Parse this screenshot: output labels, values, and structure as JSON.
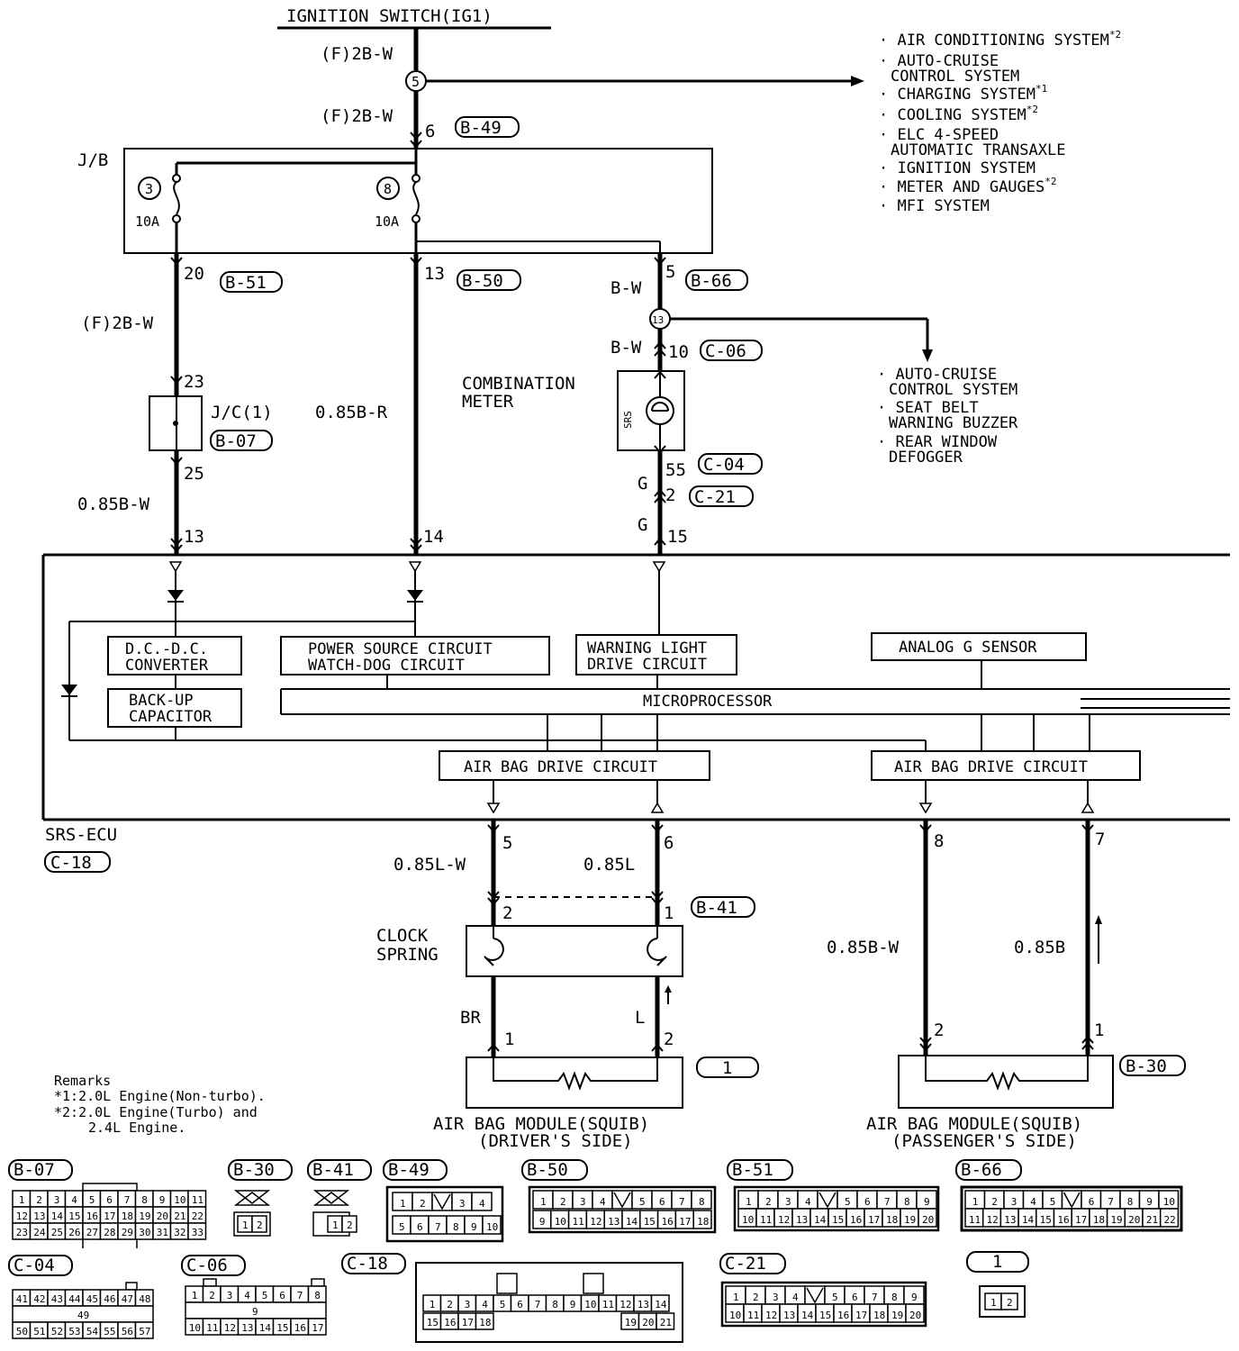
{
  "title": "IGNITION SWITCH(IG1)",
  "wires": {
    "top1": "(F)2B-W",
    "top2": "(F)2B-W",
    "left_upper": "(F)2B-W",
    "left_lower": "0.85B-W",
    "mid": "0.85B-R",
    "meter_in1": "B-W",
    "meter_in2": "B-W",
    "meter_out1": "G",
    "meter_out2": "G",
    "drv1": "0.85L-W",
    "drv2": "0.85L",
    "drv3": "BR",
    "drv4": "L",
    "pas1": "0.85B-W",
    "pas2": "0.85B"
  },
  "pins": {
    "p6": "6",
    "p20": "20",
    "p13a": "13",
    "p5a": "5",
    "p10": "10",
    "p23": "23",
    "p25": "25",
    "p55": "55",
    "p2a": "2",
    "p13b": "13",
    "p14": "14",
    "p15": "15",
    "p5b": "5",
    "p6b": "6",
    "p8": "8",
    "p7": "7",
    "p2b": "2",
    "p1a": "1",
    "p1b": "1",
    "p2c": "2",
    "p2d": "2",
    "p1c": "1"
  },
  "connectors": {
    "b49": "B-49",
    "b51": "B-51",
    "b50": "B-50",
    "b66": "B-66",
    "c06": "C-06",
    "c04": "C-04",
    "c21": "C-21",
    "b07": "B-07",
    "c18": "C-18",
    "b41": "B-41",
    "c1": "1",
    "b30": "B-30"
  },
  "junction": {
    "jb": "J/B",
    "fuse1_no": "3",
    "fuse1_rating": "10A",
    "fuse2_no": "8",
    "fuse2_rating": "10A",
    "splice1": "5",
    "splice2": "13",
    "jc": "J/C(1)"
  },
  "systems_top": [
    {
      "line1": "AIR CONDITIONING SYSTEM",
      "note": "*2"
    },
    {
      "line1": "AUTO-CRUISE",
      "line2": "CONTROL SYSTEM"
    },
    {
      "line1": "CHARGING SYSTEM",
      "note": "*1"
    },
    {
      "line1": "COOLING SYSTEM",
      "note": "*2"
    },
    {
      "line1": "ELC 4-SPEED",
      "line2": "AUTOMATIC TRANSAXLE"
    },
    {
      "line1": "IGNITION SYSTEM"
    },
    {
      "line1": "METER AND GAUGES",
      "note": "*2"
    },
    {
      "line1": "MFI SYSTEM"
    }
  ],
  "systems_mid": [
    {
      "line1": "AUTO-CRUISE",
      "line2": "CONTROL SYSTEM"
    },
    {
      "line1": "SEAT BELT",
      "line2": "WARNING BUZZER"
    },
    {
      "line1": "REAR WINDOW",
      "line2": "DEFOGGER"
    }
  ],
  "meter": {
    "label1": "COMBINATION",
    "label2": "METER",
    "lamp": "SRS"
  },
  "ecu": {
    "name": "SRS-ECU",
    "dcdc1": "D.C.-D.C.",
    "dcdc2": "CONVERTER",
    "backup1": "BACK-UP",
    "backup2": "CAPACITOR",
    "power1": "POWER SOURCE CIRCUIT",
    "power2": "WATCH-DOG CIRCUIT",
    "warn1": "WARNING LIGHT",
    "warn2": "DRIVE CIRCUIT",
    "analog": "ANALOG G SENSOR",
    "micro": "MICROPROCESSOR",
    "drive1": "AIR BAG DRIVE CIRCUIT",
    "drive2": "AIR BAG DRIVE CIRCUIT"
  },
  "clock": {
    "line1": "CLOCK",
    "line2": "SPRING"
  },
  "modules": {
    "driver1": "AIR BAG MODULE(SQUIB)",
    "driver2": "(DRIVER'S SIDE)",
    "pass1": "AIR BAG MODULE(SQUIB)",
    "pass2": "(PASSENGER'S SIDE)"
  },
  "remarks": {
    "title": "Remarks",
    "r1": "*1:2.0L Engine(Non-turbo).",
    "r2": "*2:2.0L Engine(Turbo) and",
    "r3": "2.4L Engine."
  },
  "pinouts": {
    "b07": {
      "label": "B-07",
      "row1": [
        "1",
        "2",
        "3",
        "4",
        "5",
        "6",
        "7",
        "8",
        "9",
        "10",
        "11"
      ],
      "row2": [
        "12",
        "13",
        "14",
        "15",
        "16",
        "17",
        "18",
        "19",
        "20",
        "21",
        "22"
      ],
      "row3": [
        "23",
        "24",
        "25",
        "26",
        "27",
        "28",
        "29",
        "30",
        "31",
        "32",
        "33"
      ]
    },
    "b30": {
      "label": "B-30",
      "pins": [
        "1",
        "2"
      ]
    },
    "b41": {
      "label": "B-41",
      "pins": [
        "1",
        "2"
      ]
    },
    "b49": {
      "label": "B-49",
      "row1": [
        "1",
        "2",
        "",
        "3",
        "4"
      ],
      "row2": [
        "5",
        "6",
        "7",
        "8",
        "9",
        "10"
      ]
    },
    "b50": {
      "label": "B-50",
      "row1": [
        "1",
        "2",
        "3",
        "4",
        "",
        "5",
        "6",
        "7",
        "8"
      ],
      "row2": [
        "9",
        "10",
        "11",
        "12",
        "13",
        "14",
        "15",
        "16",
        "17",
        "18"
      ]
    },
    "b51": {
      "label": "B-51",
      "row1": [
        "1",
        "2",
        "3",
        "4",
        "",
        "5",
        "6",
        "7",
        "8",
        "9"
      ],
      "row2": [
        "10",
        "11",
        "12",
        "13",
        "14",
        "15",
        "16",
        "17",
        "18",
        "19",
        "20"
      ]
    },
    "b66": {
      "label": "B-66",
      "row1": [
        "1",
        "2",
        "3",
        "4",
        "5",
        "",
        "6",
        "7",
        "8",
        "9",
        "10"
      ],
      "row2": [
        "11",
        "12",
        "13",
        "14",
        "15",
        "16",
        "17",
        "18",
        "19",
        "20",
        "21",
        "22"
      ]
    },
    "c04": {
      "label": "C-04",
      "row1": [
        "41",
        "42",
        "43",
        "44",
        "45",
        "46",
        "47",
        "48"
      ],
      "mid": "49",
      "row2": [
        "50",
        "51",
        "52",
        "53",
        "54",
        "55",
        "56",
        "57"
      ]
    },
    "c06": {
      "label": "C-06",
      "row1": [
        "1",
        "2",
        "3",
        "4",
        "5",
        "6",
        "7",
        "8"
      ],
      "mid": "9",
      "row2": [
        "10",
        "11",
        "12",
        "13",
        "14",
        "15",
        "16",
        "17"
      ]
    },
    "c18": {
      "label": "C-18",
      "row1": [
        "1",
        "2",
        "3",
        "4",
        "5",
        "6",
        "7",
        "8",
        "9",
        "10",
        "11",
        "12",
        "13",
        "14"
      ],
      "row2a": [
        "15",
        "16",
        "17",
        "18"
      ],
      "row2b": [
        "19",
        "20",
        "21"
      ]
    },
    "c21": {
      "label": "C-21",
      "row1": [
        "1",
        "2",
        "3",
        "4",
        "",
        "5",
        "6",
        "7",
        "8",
        "9"
      ],
      "row2": [
        "10",
        "11",
        "12",
        "13",
        "14",
        "15",
        "16",
        "17",
        "18",
        "19",
        "20"
      ]
    },
    "c1": {
      "label": "1",
      "pins": [
        "1",
        "2"
      ]
    }
  }
}
